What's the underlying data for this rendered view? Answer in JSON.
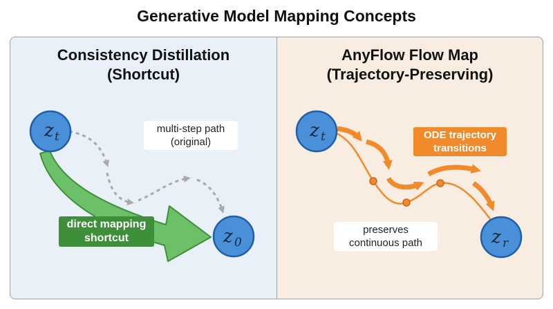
{
  "title": "Generative Model Mapping Concepts",
  "left_panel": {
    "title_line1": "Consistency Distillation",
    "title_line2": "(Shortcut)",
    "node_start": "z",
    "node_start_sub": "t",
    "node_end": "z",
    "node_end_sub": "0",
    "multistep_line1": "multi-step path",
    "multistep_line2": "(original)",
    "shortcut_line1": "direct mapping",
    "shortcut_line2": "shortcut"
  },
  "right_panel": {
    "title_line1": "AnyFlow Flow Map",
    "title_line2": "(Trajectory-Preserving)",
    "node_start": "z",
    "node_start_sub": "t",
    "node_end": "z",
    "node_end_sub": "r",
    "ode_line1": "ODE trajectory",
    "ode_line2": "transitions",
    "preserves_line1": "preserves",
    "preserves_line2": "continuous path"
  },
  "colors": {
    "node_fill": "#4a90d9",
    "node_stroke": "#1f5fa8",
    "shortcut_green": "#5cb85c",
    "shortcut_dark": "#3f8f3a",
    "flow_orange": "#f08a2a",
    "dashed_gray": "#a9a9a9"
  }
}
